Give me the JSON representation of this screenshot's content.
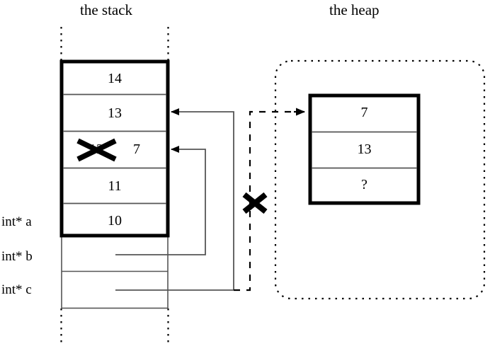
{
  "titles": {
    "stack": "the stack",
    "heap": "the heap"
  },
  "stack": {
    "allocated_cells": [
      {
        "value": "14"
      },
      {
        "value": "13"
      },
      {
        "value": "12",
        "crossed_out": true,
        "replacement": "7"
      },
      {
        "value": "11"
      },
      {
        "value": "10"
      }
    ],
    "pointer_cells": [
      {
        "label": "int* a",
        "value": ""
      },
      {
        "label": "int* b",
        "value": ""
      },
      {
        "label": "int* c",
        "value": ""
      }
    ],
    "labels": [
      "int* a",
      "int* b",
      "int* c"
    ]
  },
  "heap": {
    "block_cells": [
      {
        "value": "7"
      },
      {
        "value": "13"
      },
      {
        "value": "?"
      }
    ]
  },
  "annotations": {
    "crossed_value": "12",
    "new_value": "7",
    "unknown_value": "?",
    "dangling_pointer_x": "X",
    "crossed_out_x": "X"
  },
  "colors": {
    "stroke": "#000000",
    "line": "#444444",
    "background": "#ffffff"
  }
}
